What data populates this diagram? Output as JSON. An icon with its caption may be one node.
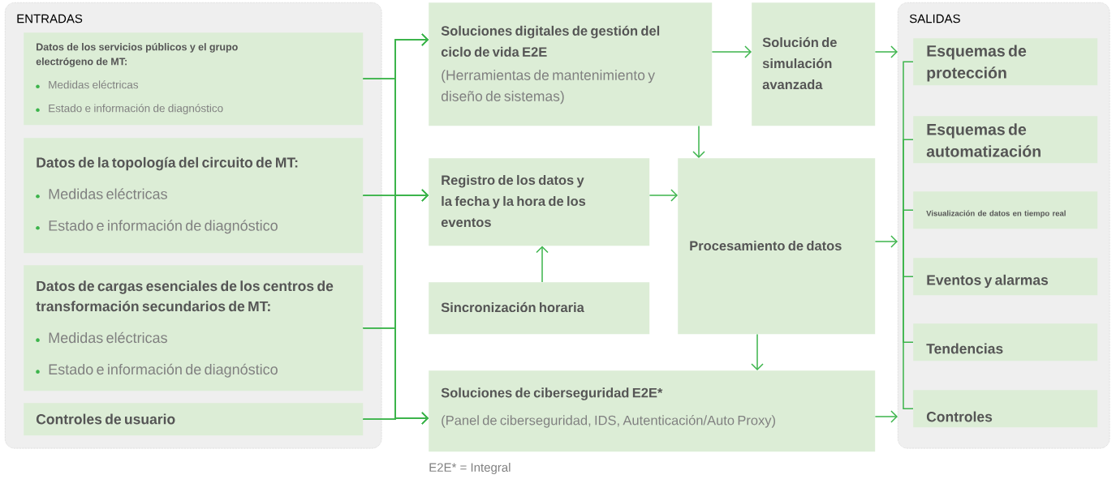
{
  "diagram": {
    "nodes": [
      {
        "text": [
          "ENTRADAS"
        ]
      },
      {
        "text": [
          "Datos de los servicios públicos y el grupo electrógeno de MT:",
          "Medidas eléctricas",
          "Estado e información de diagnóstico"
        ],
        "in": 0
      },
      {
        "text": [
          "Datos de la topología del circuito de MT:",
          "Medidas eléctricas",
          "Estado e información de diagnóstico"
        ],
        "in": 0
      },
      {
        "text": [
          "Datos de cargas esenciales de los centros de transformación secundarios de MT:",
          "Medidas eléctricas",
          "Estado e información de diagnóstico"
        ],
        "in": 0
      },
      {
        "text": [
          "Controles de usuario"
        ],
        "in": 0
      },
      {
        "text": [
          "Soluciones digitales de gestión del ciclo de vida E2E",
          "(Herramientas de mantenimiento y diseño de sistemas)"
        ]
      },
      {
        "text": [
          "Solución de simulación avanzada"
        ]
      },
      {
        "text": [
          "Registro de los datos y la fecha y la hora de los eventos"
        ]
      },
      {
        "text": [
          "Sincronización horaria"
        ]
      },
      {
        "text": [
          "Procesamiento de datos"
        ]
      },
      {
        "text": [
          "Soluciones de ciberseguridad E2E*",
          "(Panel de ciberseguridad, IDS, Autenticación/Auto Proxy)"
        ]
      },
      {
        "text": [
          "SALIDAS"
        ]
      },
      {
        "text": [
          "Esquemas de protección"
        ],
        "in": 11
      },
      {
        "text": [
          "Esquemas de automatización"
        ],
        "in": 11
      },
      {
        "text": [
          "Visualización de datos en tiempo real"
        ],
        "in": 11
      },
      {
        "text": [
          "Eventos y alarmas"
        ],
        "in": 11
      },
      {
        "text": [
          "Tendencias"
        ],
        "in": 11
      },
      {
        "text": [
          "Controles"
        ],
        "in": 11
      }
    ],
    "edges": [
      {
        "from": 1,
        "to": 5,
        "arrow": "to"
      },
      {
        "from": 1,
        "to": 7,
        "arrow": "to"
      },
      {
        "from": 1,
        "to": 10,
        "arrow": "to"
      },
      {
        "from": 2,
        "to": 5,
        "arrow": "to"
      },
      {
        "from": 2,
        "to": 7,
        "arrow": "to"
      },
      {
        "from": 2,
        "to": 10,
        "arrow": "to"
      },
      {
        "from": 3,
        "to": 5,
        "arrow": "to"
      },
      {
        "from": 3,
        "to": 7,
        "arrow": "to"
      },
      {
        "from": 3,
        "to": 10,
        "arrow": "to"
      },
      {
        "from": 4,
        "to": 5,
        "arrow": "to"
      },
      {
        "from": 4,
        "to": 7,
        "arrow": "to"
      },
      {
        "from": 4,
        "to": 10,
        "arrow": "to"
      },
      {
        "from": 5,
        "to": 6,
        "arrow": "to"
      },
      {
        "from": 5,
        "to": 9,
        "arrow": "to"
      },
      {
        "from": 7,
        "to": 9,
        "arrow": "to"
      },
      {
        "from": 8,
        "to": 7,
        "arrow": "to"
      },
      {
        "from": 9,
        "to": 10,
        "arrow": "to"
      },
      {
        "from": 6,
        "to": 11,
        "arrow": "to"
      },
      {
        "from": 9,
        "to": 11,
        "arrow": "to"
      },
      {
        "from": 10,
        "to": 11,
        "arrow": "to"
      },
      {
        "from": 11,
        "to": 12,
        "arrow": "none"
      },
      {
        "from": 11,
        "to": 13,
        "arrow": "none"
      },
      {
        "from": 11,
        "to": 14,
        "arrow": "none"
      },
      {
        "from": 11,
        "to": 15,
        "arrow": "none"
      },
      {
        "from": 11,
        "to": 16,
        "arrow": "none"
      },
      {
        "from": 11,
        "to": 17,
        "arrow": "none"
      }
    ],
    "labels": [
      "E2E* = Integral"
    ]
  }
}
